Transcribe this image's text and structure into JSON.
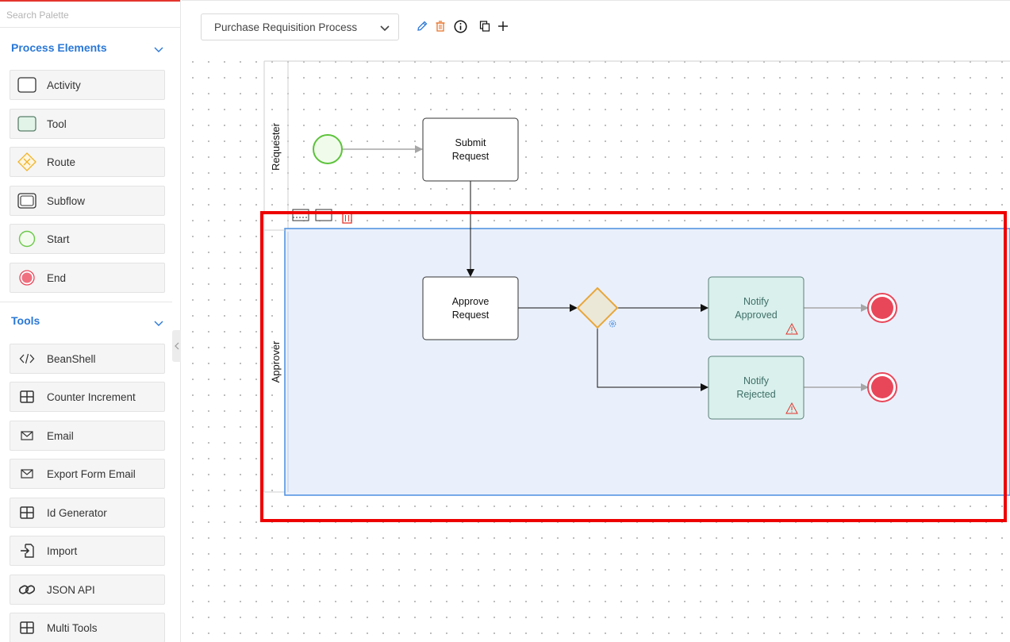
{
  "sidebar": {
    "search_placeholder": "Search Palette",
    "process_elements": {
      "title": "Process Elements",
      "items": [
        {
          "label": "Activity",
          "icon": "activity-icon"
        },
        {
          "label": "Tool",
          "icon": "tool-icon"
        },
        {
          "label": "Route",
          "icon": "route-icon"
        },
        {
          "label": "Subflow",
          "icon": "subflow-icon"
        },
        {
          "label": "Start",
          "icon": "start-icon"
        },
        {
          "label": "End",
          "icon": "end-icon"
        }
      ]
    },
    "tools": {
      "title": "Tools",
      "items": [
        {
          "label": "BeanShell",
          "icon": "code-icon"
        },
        {
          "label": "Counter Increment",
          "icon": "grid-icon"
        },
        {
          "label": "Email",
          "icon": "envelope-icon"
        },
        {
          "label": "Export Form Email",
          "icon": "envelope-icon"
        },
        {
          "label": "Id Generator",
          "icon": "grid-icon"
        },
        {
          "label": "Import",
          "icon": "import-icon"
        },
        {
          "label": "JSON API",
          "icon": "link-icon"
        },
        {
          "label": "Multi Tools",
          "icon": "grid-icon"
        }
      ]
    }
  },
  "toolbar": {
    "process_name": "Purchase Requisition Process",
    "icons": [
      "edit-icon",
      "delete-icon",
      "info-icon",
      "copy-icon",
      "add-icon"
    ]
  },
  "diagram": {
    "lanes": [
      {
        "label": "Requester"
      },
      {
        "label": "Approver"
      }
    ],
    "nodes": {
      "submit_request": {
        "line1": "Submit",
        "line2": "Request"
      },
      "approve_request": {
        "line1": "Approve",
        "line2": "Request"
      },
      "notify_approved": {
        "line1": "Notify",
        "line2": "Approved"
      },
      "notify_rejected": {
        "line1": "Notify",
        "line2": "Rejected"
      }
    }
  },
  "colors": {
    "accent": "#2a78d6",
    "selection": "#4a8fe0",
    "highlight_box": "#ee0000",
    "start": "#5cc33a",
    "end": "#e8475a",
    "route": "#e8a63a",
    "tool_fill": "#d9f0ec"
  }
}
